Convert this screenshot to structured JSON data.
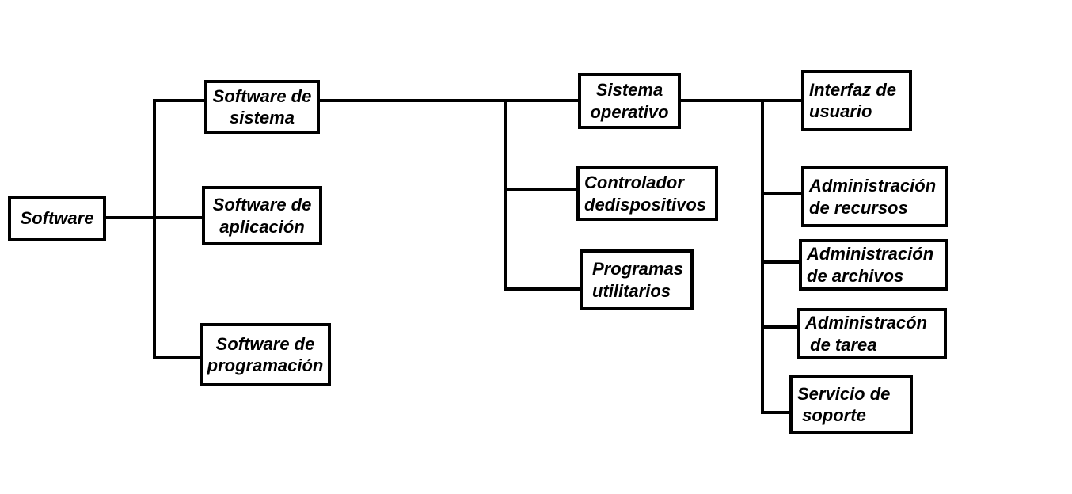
{
  "diagram_type": "tree",
  "colors": {
    "background": "#ffffff",
    "line": "#000000",
    "text": "#000000",
    "box_border": "#000000"
  },
  "nodes": {
    "software": {
      "label": "Software"
    },
    "softwareDeSistema": {
      "label": "Software de\nsistema"
    },
    "softwareDeAplicacion": {
      "label": "Software de\naplicación"
    },
    "softwareDeProgramacion": {
      "label": "Software de\nprogramación"
    },
    "sistemaOperativo": {
      "label": "Sistema\noperativo"
    },
    "controladorDedispositivos": {
      "label": "Controlador\ndedispositivos"
    },
    "programasUtilitarios": {
      "label": "Programas\nutilitarios"
    },
    "interfazDeUsuario": {
      "label": "Interfaz de\nusuario"
    },
    "administracionDeRecursos": {
      "label": "Administración\nde recursos"
    },
    "administracionDeArchivos": {
      "label": "Administración\nde archivos"
    },
    "administraconDeTarea": {
      "label": "Administracón\n de tarea"
    },
    "servicioDeSoporte": {
      "label": "Servicio de\n soporte"
    }
  },
  "hierarchy": [
    {
      "parent": "Software",
      "children": [
        "Software de sistema",
        "Software de aplicación",
        "Software de programación"
      ]
    },
    {
      "parent": "Software de sistema",
      "children": [
        "Sistema operativo",
        "Controlador dedispositivos",
        "Programas utilitarios"
      ]
    },
    {
      "parent": "Sistema operativo",
      "children": [
        "Interfaz de usuario",
        "Administración de recursos",
        "Administración de archivos",
        "Administracón de tarea",
        "Servicio de soporte"
      ]
    }
  ]
}
